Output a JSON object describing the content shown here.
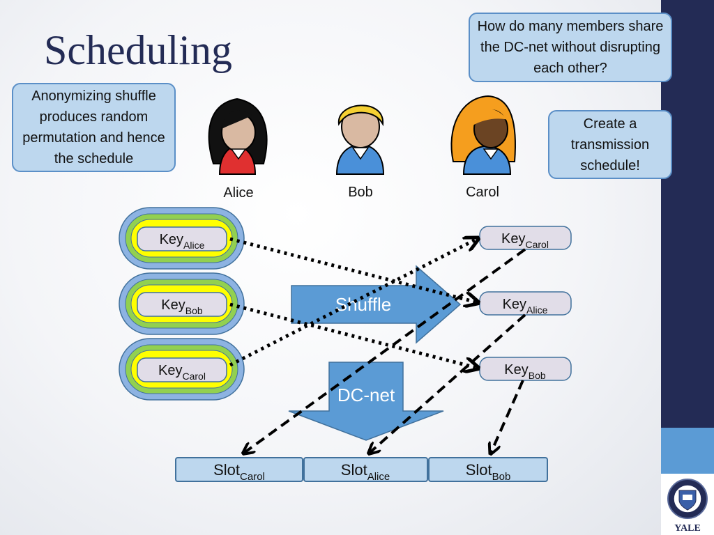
{
  "title": "Scheduling",
  "callouts": {
    "top_right": "How do many members share the DC-net without disrupting each other?",
    "left": "Anonymizing shuffle produces random permutation and hence the schedule",
    "right": "Create a transmission schedule!"
  },
  "people": [
    {
      "name": "Alice"
    },
    {
      "name": "Bob"
    },
    {
      "name": "Carol"
    }
  ],
  "input_keys": [
    {
      "base": "Key",
      "sub": "Alice"
    },
    {
      "base": "Key",
      "sub": "Bob"
    },
    {
      "base": "Key",
      "sub": "Carol"
    }
  ],
  "output_keys": [
    {
      "base": "Key",
      "sub": "Carol"
    },
    {
      "base": "Key",
      "sub": "Alice"
    },
    {
      "base": "Key",
      "sub": "Bob"
    }
  ],
  "slots": [
    {
      "base": "Slot",
      "sub": "Carol"
    },
    {
      "base": "Slot",
      "sub": "Alice"
    },
    {
      "base": "Slot",
      "sub": "Bob"
    }
  ],
  "arrows": {
    "shuffle_label": "Shuffle",
    "dcnet_label": "DC-net"
  },
  "colors": {
    "navy": "#232b55",
    "accent_blue": "#5b9bd5",
    "callout_fill": "#bdd7ee",
    "key_fill": "#e1dde8",
    "ring_blue": "#8db3e2",
    "ring_green": "#92d050",
    "ring_yellow": "#ffff00"
  },
  "logo": {
    "label": "YALE"
  }
}
